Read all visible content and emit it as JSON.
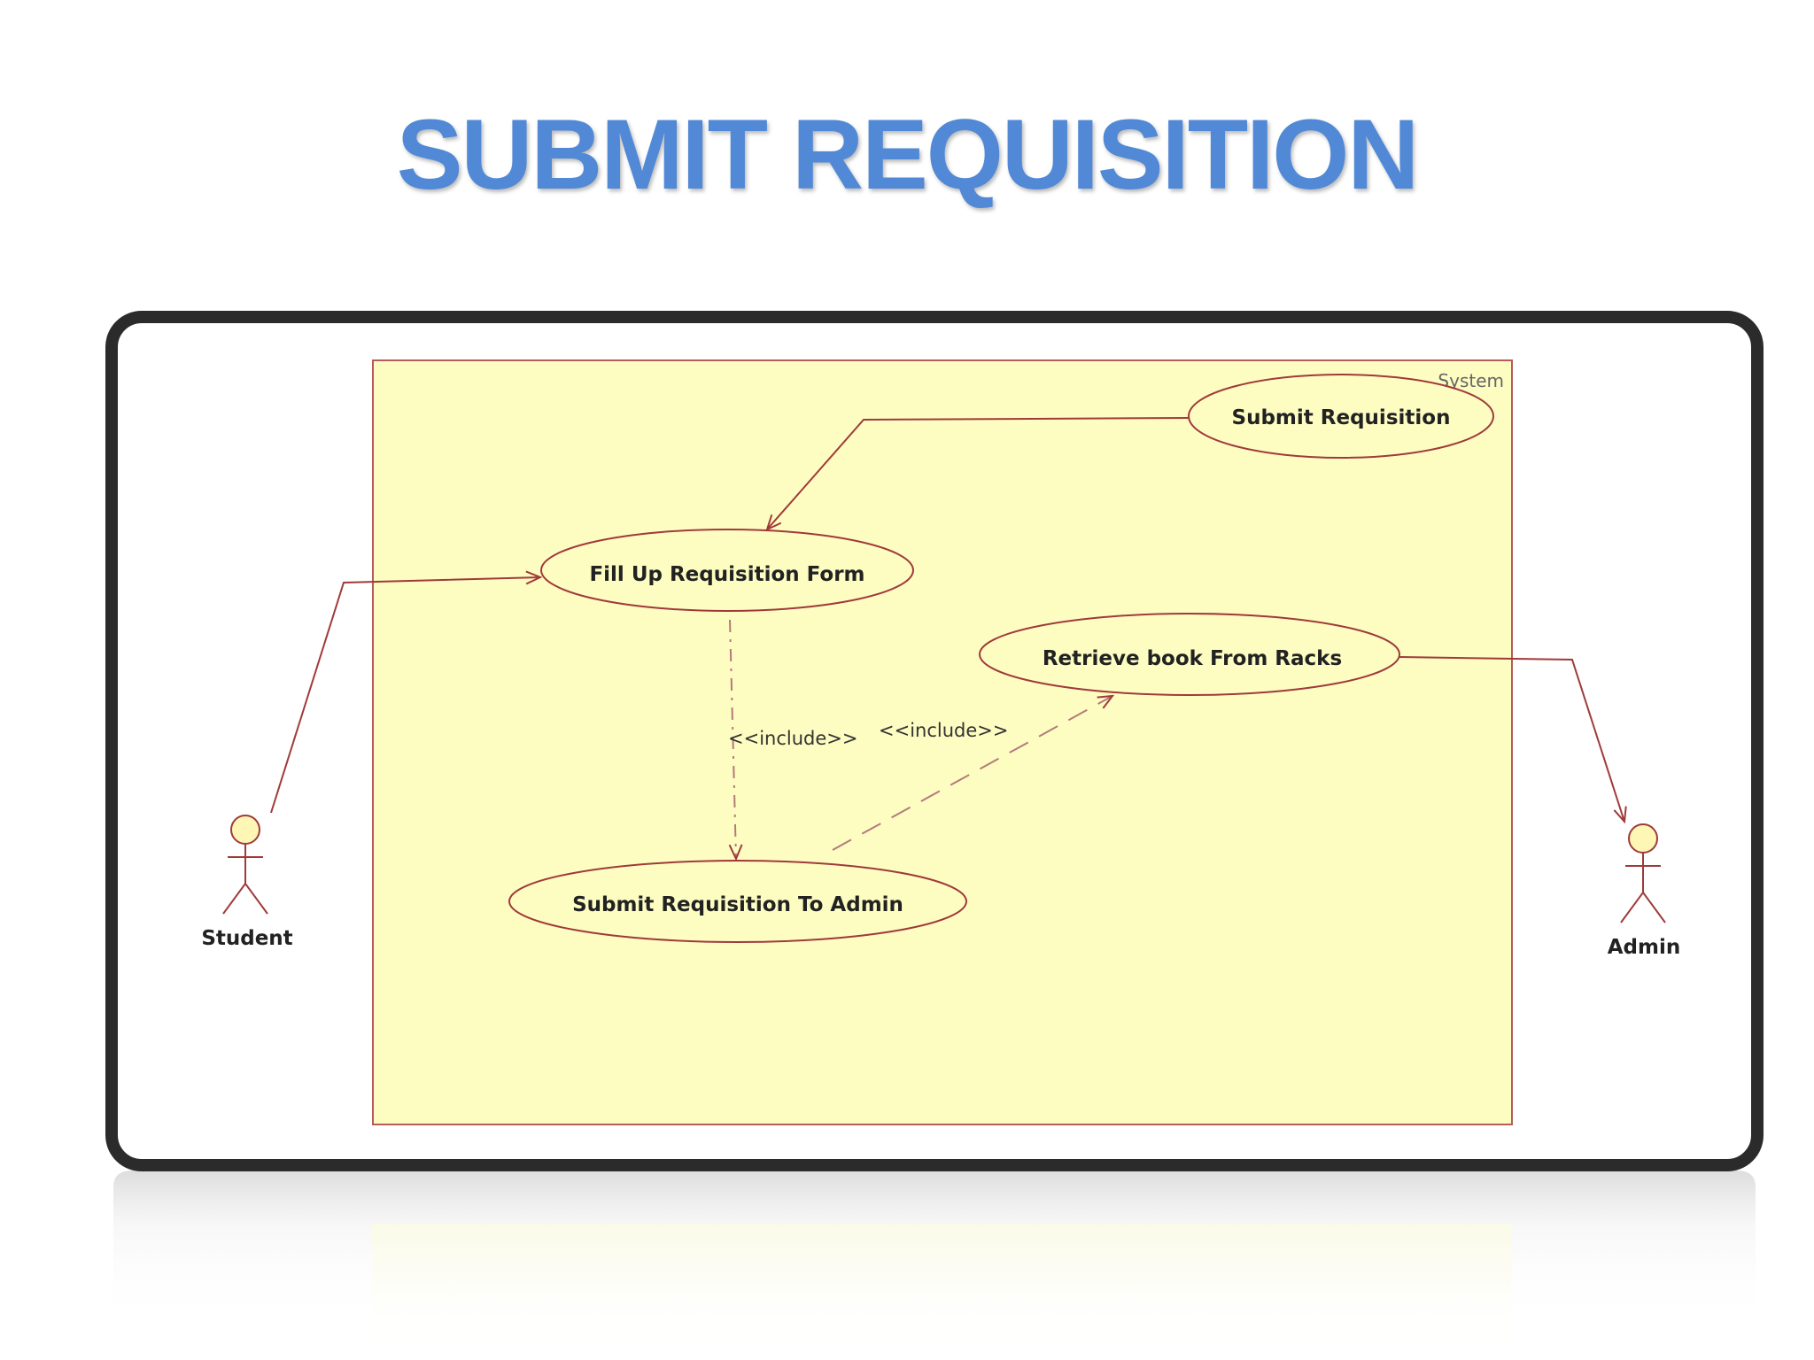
{
  "title": "SUBMIT REQUISITION",
  "diagram": {
    "system_label": "System",
    "use_cases": {
      "submit_requisition": "Submit Requisition",
      "fill_up_form": "Fill Up Requisition Form",
      "retrieve_book": "Retrieve book From Racks",
      "submit_to_admin": "Submit Requisition To Admin"
    },
    "actors": {
      "student": "Student",
      "admin": "Admin"
    },
    "relationships": {
      "include_1": "<<include>>",
      "include_2": "<<include>>"
    }
  },
  "colors": {
    "title": "#5189d6",
    "frame": "#2b2b2b",
    "system_fill": "#fdfdc2",
    "line": "#a03a3a",
    "actor_head": "#fdf6b4"
  }
}
